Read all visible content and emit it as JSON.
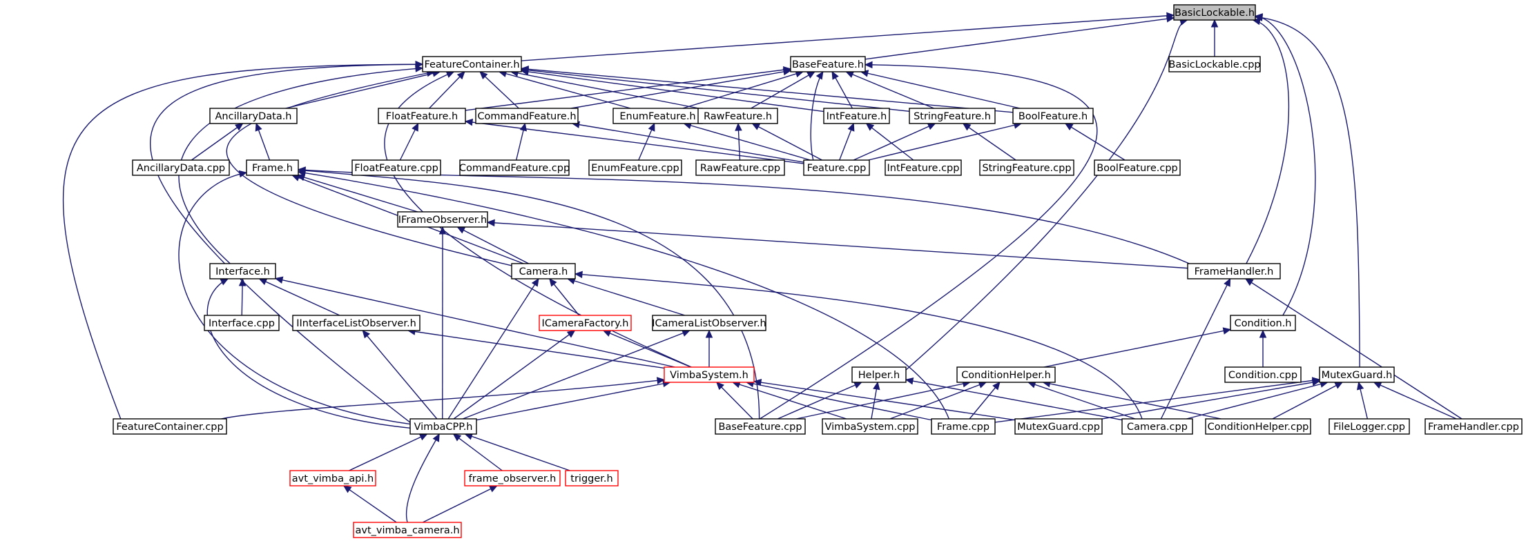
{
  "graph_title": "BasicLockable.h",
  "colors": {
    "edge": "#191970",
    "node_border": "#000000",
    "truncated_border": "#ff0000",
    "root_fill": "#bfbfbf"
  },
  "nodes": [
    {
      "id": "BasicLockable_h",
      "label": "BasicLockable.h",
      "style": "root"
    },
    {
      "id": "BasicLockable_cpp",
      "label": "BasicLockable.cpp",
      "style": "normal"
    },
    {
      "id": "FeatureContainer_h",
      "label": "FeatureContainer.h",
      "style": "normal"
    },
    {
      "id": "BaseFeature_h",
      "label": "BaseFeature.h",
      "style": "normal"
    },
    {
      "id": "AncillaryData_h",
      "label": "AncillaryData.h",
      "style": "normal"
    },
    {
      "id": "FloatFeature_h",
      "label": "FloatFeature.h",
      "style": "normal"
    },
    {
      "id": "CommandFeature_h",
      "label": "CommandFeature.h",
      "style": "normal"
    },
    {
      "id": "EnumFeature_h",
      "label": "EnumFeature.h",
      "style": "normal"
    },
    {
      "id": "RawFeature_h",
      "label": "RawFeature.h",
      "style": "normal"
    },
    {
      "id": "IntFeature_h",
      "label": "IntFeature.h",
      "style": "normal"
    },
    {
      "id": "StringFeature_h",
      "label": "StringFeature.h",
      "style": "normal"
    },
    {
      "id": "BoolFeature_h",
      "label": "BoolFeature.h",
      "style": "normal"
    },
    {
      "id": "AncillaryData_cpp",
      "label": "AncillaryData.cpp",
      "style": "normal"
    },
    {
      "id": "Frame_h",
      "label": "Frame.h",
      "style": "normal"
    },
    {
      "id": "FloatFeature_cpp",
      "label": "FloatFeature.cpp",
      "style": "normal"
    },
    {
      "id": "CommandFeature_cpp",
      "label": "CommandFeature.cpp",
      "style": "normal"
    },
    {
      "id": "EnumFeature_cpp",
      "label": "EnumFeature.cpp",
      "style": "normal"
    },
    {
      "id": "RawFeature_cpp",
      "label": "RawFeature.cpp",
      "style": "normal"
    },
    {
      "id": "Feature_cpp",
      "label": "Feature.cpp",
      "style": "normal"
    },
    {
      "id": "IntFeature_cpp",
      "label": "IntFeature.cpp",
      "style": "normal"
    },
    {
      "id": "StringFeature_cpp",
      "label": "StringFeature.cpp",
      "style": "normal"
    },
    {
      "id": "BoolFeature_cpp",
      "label": "BoolFeature.cpp",
      "style": "normal"
    },
    {
      "id": "IFrameObserver_h",
      "label": "IFrameObserver.h",
      "style": "normal"
    },
    {
      "id": "Interface_h",
      "label": "Interface.h",
      "style": "normal"
    },
    {
      "id": "Camera_h",
      "label": "Camera.h",
      "style": "normal"
    },
    {
      "id": "FrameHandler_h",
      "label": "FrameHandler.h",
      "style": "normal"
    },
    {
      "id": "Interface_cpp",
      "label": "Interface.cpp",
      "style": "normal"
    },
    {
      "id": "IInterfaceListObserver_h",
      "label": "IInterfaceListObserver.h",
      "style": "normal"
    },
    {
      "id": "ICameraFactory_h",
      "label": "ICameraFactory.h",
      "style": "truncated"
    },
    {
      "id": "ICameraListObserver_h",
      "label": "ICameraListObserver.h",
      "style": "normal"
    },
    {
      "id": "Condition_h",
      "label": "Condition.h",
      "style": "normal"
    },
    {
      "id": "VimbaSystem_h",
      "label": "VimbaSystem.h",
      "style": "truncated"
    },
    {
      "id": "Helper_h",
      "label": "Helper.h",
      "style": "normal"
    },
    {
      "id": "ConditionHelper_h",
      "label": "ConditionHelper.h",
      "style": "normal"
    },
    {
      "id": "Condition_cpp",
      "label": "Condition.cpp",
      "style": "normal"
    },
    {
      "id": "MutexGuard_h",
      "label": "MutexGuard.h",
      "style": "normal"
    },
    {
      "id": "FeatureContainer_cpp",
      "label": "FeatureContainer.cpp",
      "style": "normal"
    },
    {
      "id": "VimbaCPP_h",
      "label": "VimbaCPP.h",
      "style": "normal"
    },
    {
      "id": "BaseFeature_cpp",
      "label": "BaseFeature.cpp",
      "style": "normal"
    },
    {
      "id": "VimbaSystem_cpp",
      "label": "VimbaSystem.cpp",
      "style": "normal"
    },
    {
      "id": "Frame_cpp",
      "label": "Frame.cpp",
      "style": "normal"
    },
    {
      "id": "MutexGuard_cpp",
      "label": "MutexGuard.cpp",
      "style": "normal"
    },
    {
      "id": "Camera_cpp",
      "label": "Camera.cpp",
      "style": "normal"
    },
    {
      "id": "ConditionHelper_cpp",
      "label": "ConditionHelper.cpp",
      "style": "normal"
    },
    {
      "id": "FileLogger_cpp",
      "label": "FileLogger.cpp",
      "style": "normal"
    },
    {
      "id": "FrameHandler_cpp",
      "label": "FrameHandler.cpp",
      "style": "normal"
    },
    {
      "id": "avt_vimba_api_h",
      "label": "avt_vimba_api.h",
      "style": "truncated"
    },
    {
      "id": "frame_observer_h",
      "label": "frame_observer.h",
      "style": "truncated"
    },
    {
      "id": "trigger_h",
      "label": "trigger.h",
      "style": "truncated"
    },
    {
      "id": "avt_vimba_camera_h",
      "label": "avt_vimba_camera.h",
      "style": "truncated"
    }
  ],
  "edges": [
    [
      "BasicLockable_h",
      "BasicLockable_cpp"
    ],
    [
      "BasicLockable_h",
      "FeatureContainer_h"
    ],
    [
      "BasicLockable_h",
      "BaseFeature_h"
    ],
    [
      "BasicLockable_h",
      "Helper_h"
    ],
    [
      "BasicLockable_h",
      "FrameHandler_h"
    ],
    [
      "BasicLockable_h",
      "Condition_h"
    ],
    [
      "BasicLockable_h",
      "MutexGuard_h"
    ],
    [
      "FeatureContainer_h",
      "AncillaryData_h"
    ],
    [
      "FeatureContainer_h",
      "FloatFeature_h"
    ],
    [
      "FeatureContainer_h",
      "CommandFeature_h"
    ],
    [
      "FeatureContainer_h",
      "EnumFeature_h"
    ],
    [
      "FeatureContainer_h",
      "RawFeature_h"
    ],
    [
      "FeatureContainer_h",
      "IntFeature_h"
    ],
    [
      "FeatureContainer_h",
      "StringFeature_h"
    ],
    [
      "FeatureContainer_h",
      "BoolFeature_h"
    ],
    [
      "FeatureContainer_h",
      "Interface_h"
    ],
    [
      "FeatureContainer_h",
      "Camera_h"
    ],
    [
      "FeatureContainer_h",
      "VimbaSystem_h"
    ],
    [
      "FeatureContainer_h",
      "FeatureContainer_cpp"
    ],
    [
      "FeatureContainer_h",
      "VimbaCPP_h"
    ],
    [
      "BaseFeature_h",
      "FloatFeature_h"
    ],
    [
      "BaseFeature_h",
      "CommandFeature_h"
    ],
    [
      "BaseFeature_h",
      "EnumFeature_h"
    ],
    [
      "BaseFeature_h",
      "RawFeature_h"
    ],
    [
      "BaseFeature_h",
      "IntFeature_h"
    ],
    [
      "BaseFeature_h",
      "StringFeature_h"
    ],
    [
      "BaseFeature_h",
      "BoolFeature_h"
    ],
    [
      "BaseFeature_h",
      "Feature_cpp"
    ],
    [
      "BaseFeature_h",
      "BaseFeature_cpp"
    ],
    [
      "AncillaryData_h",
      "AncillaryData_cpp"
    ],
    [
      "AncillaryData_h",
      "Frame_h"
    ],
    [
      "FloatFeature_h",
      "FloatFeature_cpp"
    ],
    [
      "FloatFeature_h",
      "Feature_cpp"
    ],
    [
      "CommandFeature_h",
      "CommandFeature_cpp"
    ],
    [
      "CommandFeature_h",
      "Feature_cpp"
    ],
    [
      "EnumFeature_h",
      "EnumFeature_cpp"
    ],
    [
      "EnumFeature_h",
      "Feature_cpp"
    ],
    [
      "RawFeature_h",
      "RawFeature_cpp"
    ],
    [
      "RawFeature_h",
      "Feature_cpp"
    ],
    [
      "IntFeature_h",
      "IntFeature_cpp"
    ],
    [
      "IntFeature_h",
      "Feature_cpp"
    ],
    [
      "StringFeature_h",
      "StringFeature_cpp"
    ],
    [
      "StringFeature_h",
      "Feature_cpp"
    ],
    [
      "BoolFeature_h",
      "BoolFeature_cpp"
    ],
    [
      "BoolFeature_h",
      "Feature_cpp"
    ],
    [
      "Frame_h",
      "IFrameObserver_h"
    ],
    [
      "Frame_h",
      "Camera_h"
    ],
    [
      "Frame_h",
      "FrameHandler_h"
    ],
    [
      "Frame_h",
      "VimbaCPP_h"
    ],
    [
      "Frame_h",
      "BaseFeature_cpp"
    ],
    [
      "Frame_h",
      "Frame_cpp"
    ],
    [
      "IFrameObserver_h",
      "Camera_h"
    ],
    [
      "IFrameObserver_h",
      "FrameHandler_h"
    ],
    [
      "IFrameObserver_h",
      "VimbaCPP_h"
    ],
    [
      "Interface_h",
      "Interface_cpp"
    ],
    [
      "Interface_h",
      "IInterfaceListObserver_h"
    ],
    [
      "Interface_h",
      "VimbaSystem_h"
    ],
    [
      "Interface_h",
      "VimbaCPP_h"
    ],
    [
      "Camera_h",
      "ICameraFactory_h"
    ],
    [
      "Camera_h",
      "ICameraListObserver_h"
    ],
    [
      "Camera_h",
      "VimbaCPP_h"
    ],
    [
      "Camera_h",
      "Camera_cpp"
    ],
    [
      "FrameHandler_h",
      "Camera_cpp"
    ],
    [
      "FrameHandler_h",
      "FrameHandler_cpp"
    ],
    [
      "IInterfaceListObserver_h",
      "VimbaSystem_h"
    ],
    [
      "IInterfaceListObserver_h",
      "VimbaCPP_h"
    ],
    [
      "ICameraFactory_h",
      "VimbaSystem_h"
    ],
    [
      "ICameraFactory_h",
      "VimbaCPP_h"
    ],
    [
      "ICameraListObserver_h",
      "VimbaSystem_h"
    ],
    [
      "ICameraListObserver_h",
      "VimbaCPP_h"
    ],
    [
      "Condition_h",
      "ConditionHelper_h"
    ],
    [
      "Condition_h",
      "Condition_cpp"
    ],
    [
      "VimbaSystem_h",
      "FeatureContainer_cpp"
    ],
    [
      "VimbaSystem_h",
      "VimbaCPP_h"
    ],
    [
      "VimbaSystem_h",
      "BaseFeature_cpp"
    ],
    [
      "VimbaSystem_h",
      "VimbaSystem_cpp"
    ],
    [
      "VimbaSystem_h",
      "Frame_cpp"
    ],
    [
      "VimbaSystem_h",
      "MutexGuard_cpp"
    ],
    [
      "Helper_h",
      "BaseFeature_cpp"
    ],
    [
      "Helper_h",
      "VimbaSystem_cpp"
    ],
    [
      "Helper_h",
      "Camera_cpp"
    ],
    [
      "ConditionHelper_h",
      "BaseFeature_cpp"
    ],
    [
      "ConditionHelper_h",
      "VimbaSystem_cpp"
    ],
    [
      "ConditionHelper_h",
      "Frame_cpp"
    ],
    [
      "ConditionHelper_h",
      "Camera_cpp"
    ],
    [
      "ConditionHelper_h",
      "ConditionHelper_cpp"
    ],
    [
      "MutexGuard_h",
      "Frame_cpp"
    ],
    [
      "MutexGuard_h",
      "MutexGuard_cpp"
    ],
    [
      "MutexGuard_h",
      "Camera_cpp"
    ],
    [
      "MutexGuard_h",
      "ConditionHelper_cpp"
    ],
    [
      "MutexGuard_h",
      "FileLogger_cpp"
    ],
    [
      "MutexGuard_h",
      "FrameHandler_cpp"
    ],
    [
      "VimbaCPP_h",
      "avt_vimba_api_h"
    ],
    [
      "VimbaCPP_h",
      "frame_observer_h"
    ],
    [
      "VimbaCPP_h",
      "trigger_h"
    ],
    [
      "VimbaCPP_h",
      "avt_vimba_camera_h"
    ],
    [
      "avt_vimba_api_h",
      "avt_vimba_camera_h"
    ],
    [
      "frame_observer_h",
      "avt_vimba_camera_h"
    ]
  ]
}
